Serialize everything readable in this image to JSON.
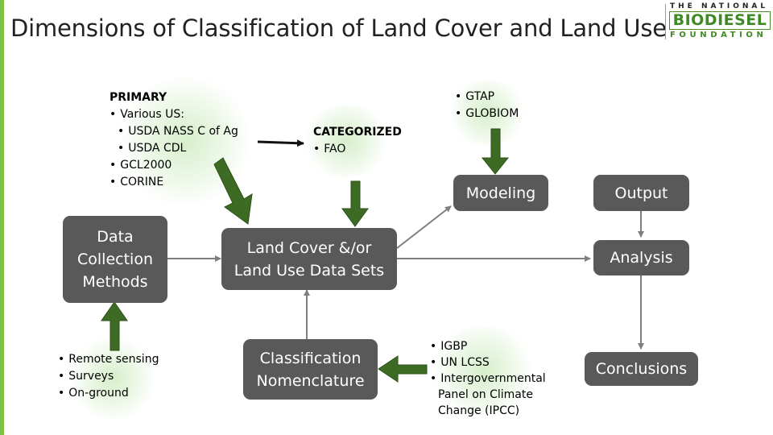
{
  "header": {
    "title": "Dimensions of Classification of Land Cover and Land Use",
    "logo": {
      "line1": "THE NATIONAL",
      "line2": "BIODIESEL",
      "line3": "FOUNDATION"
    }
  },
  "colors": {
    "box": "#595959",
    "box_text": "#ffffff",
    "green_arrow": "#3d6b24",
    "gray_arrow": "#7f7f7f",
    "accent": "#7cc243"
  },
  "boxes": {
    "data_collection": "Data\nCollection\nMethods",
    "data_sets": "Land Cover &/or\nLand Use Data Sets",
    "nomenclature": "Classification\nNomenclature",
    "modeling": "Modeling",
    "output": "Output",
    "analysis": "Analysis",
    "conclusions": "Conclusions"
  },
  "notes": {
    "primary": {
      "heading": "PRIMARY",
      "items": [
        "Various US:",
        "USDA NASS C of Ag",
        "USDA CDL",
        "GCL2000",
        "CORINE"
      ]
    },
    "categorized": {
      "heading": "CATEGORIZED",
      "items": [
        "FAO"
      ]
    },
    "models": {
      "items": [
        "GTAP",
        "GLOBIOM"
      ]
    },
    "methods": {
      "items": [
        "Remote sensing",
        "Surveys",
        "On-ground"
      ]
    },
    "nomenclature_sources": {
      "items": [
        "IGBP",
        "UN LCSS",
        "Intergovernmental Panel on Climate Change (IPCC)"
      ]
    }
  }
}
